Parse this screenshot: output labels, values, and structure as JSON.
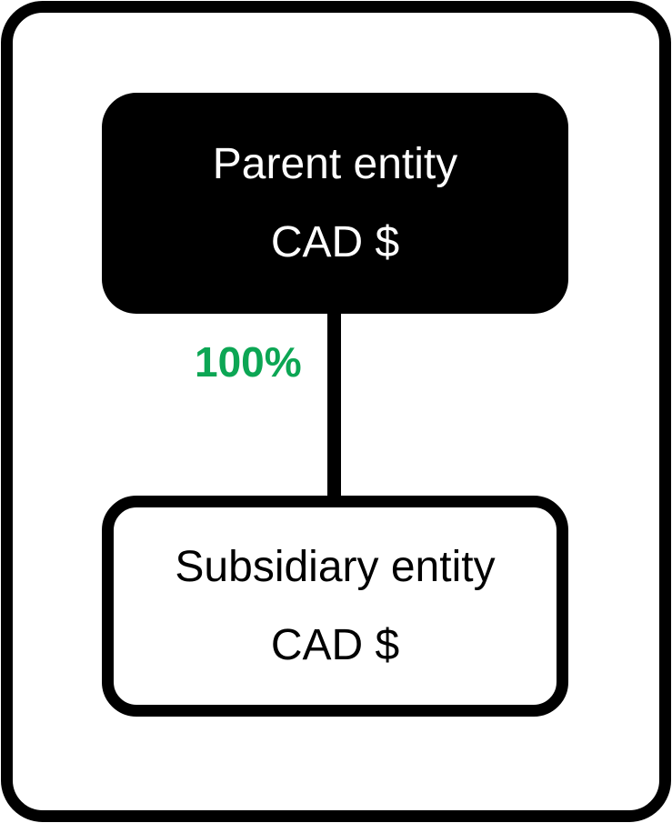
{
  "diagram": {
    "parent": {
      "name": "Parent entity",
      "currency": "CAD $"
    },
    "subsidiary": {
      "name": "Subsidiary entity",
      "currency": "CAD $"
    },
    "edge": {
      "ownership_label": "100%"
    },
    "colors": {
      "ownership_green": "#0ca654",
      "node_fill_black": "#000000",
      "node_fill_white": "#ffffff",
      "border_black": "#000000"
    }
  }
}
